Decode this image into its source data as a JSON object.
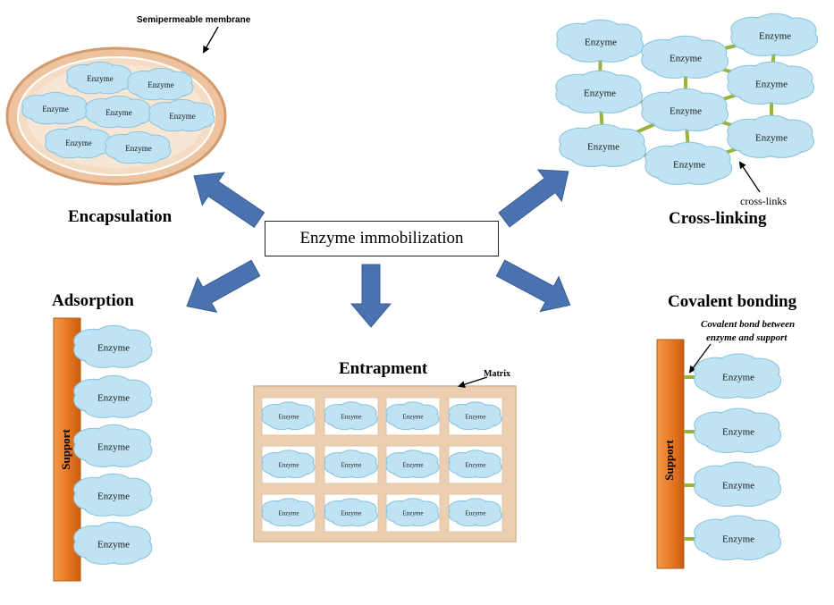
{
  "title": "Enzyme immobilization",
  "enzyme_label": "Enzyme",
  "methods": {
    "encapsulation": {
      "heading": "Encapsulation",
      "annotation": "Semipermeable membrane"
    },
    "cross_linking": {
      "heading": "Cross-linking",
      "annotation": "cross-links"
    },
    "adsorption": {
      "heading": "Adsorption",
      "support_label": "Support"
    },
    "entrapment": {
      "heading": "Entrapment",
      "annotation": "Matrix"
    },
    "covalent_bonding": {
      "heading": "Covalent bonding",
      "annotation_line1": "Covalent bond between",
      "annotation_line2": "enzyme and support",
      "support_label": "Support"
    }
  },
  "colors": {
    "enzyme_fill": "#bfe3f3",
    "enzyme_stroke": "#8cc3dc",
    "arrow_fill": "#4a72b0",
    "membrane": "#f1c8a6",
    "support": "#e87722",
    "cross_link": "#98b43c",
    "matrix": "#eccfb1"
  }
}
